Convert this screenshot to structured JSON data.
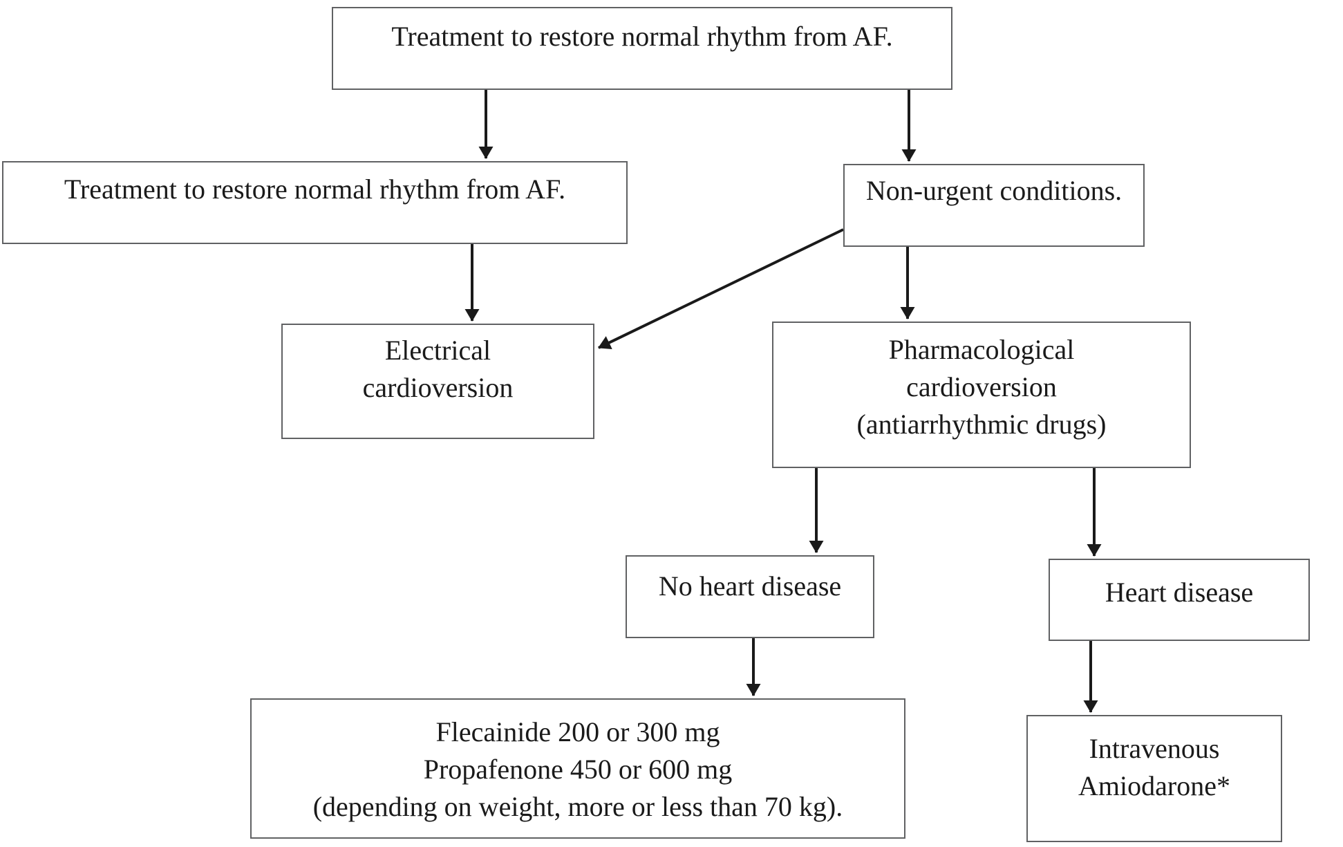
{
  "diagram": {
    "kind": "flowchart",
    "colors": {
      "background": "#ffffff",
      "box_border": "#606163",
      "arrow": "#1a1a1a",
      "text": "#1a1a1a"
    },
    "nodes": {
      "top": {
        "label": "Treatment to restore normal rhythm from AF."
      },
      "urgent": {
        "label": "Treatment to restore normal rhythm from AF."
      },
      "non_urgent": {
        "label": "Non-urgent conditions."
      },
      "electrical": {
        "label": "Electrical\ncardioversion"
      },
      "pharmacological": {
        "label": "Pharmacological\ncardioversion\n(antiarrhythmic drugs)"
      },
      "no_heart_disease": {
        "label": "No heart disease"
      },
      "heart_disease": {
        "label": "Heart disease"
      },
      "flecainide": {
        "label": "Flecainide 200 or 300 mg\nPropafenone 450 or 600 mg\n(depending on weight, more or less than 70 kg)."
      },
      "amiodarone": {
        "label": "Intravenous\nAmiodarone*"
      }
    },
    "edges": [
      {
        "from": "top",
        "to": "urgent"
      },
      {
        "from": "top",
        "to": "non_urgent"
      },
      {
        "from": "urgent",
        "to": "electrical"
      },
      {
        "from": "non_urgent",
        "to": "electrical"
      },
      {
        "from": "non_urgent",
        "to": "pharmacological"
      },
      {
        "from": "pharmacological",
        "to": "no_heart_disease"
      },
      {
        "from": "pharmacological",
        "to": "heart_disease"
      },
      {
        "from": "no_heart_disease",
        "to": "flecainide"
      },
      {
        "from": "heart_disease",
        "to": "amiodarone"
      }
    ]
  }
}
